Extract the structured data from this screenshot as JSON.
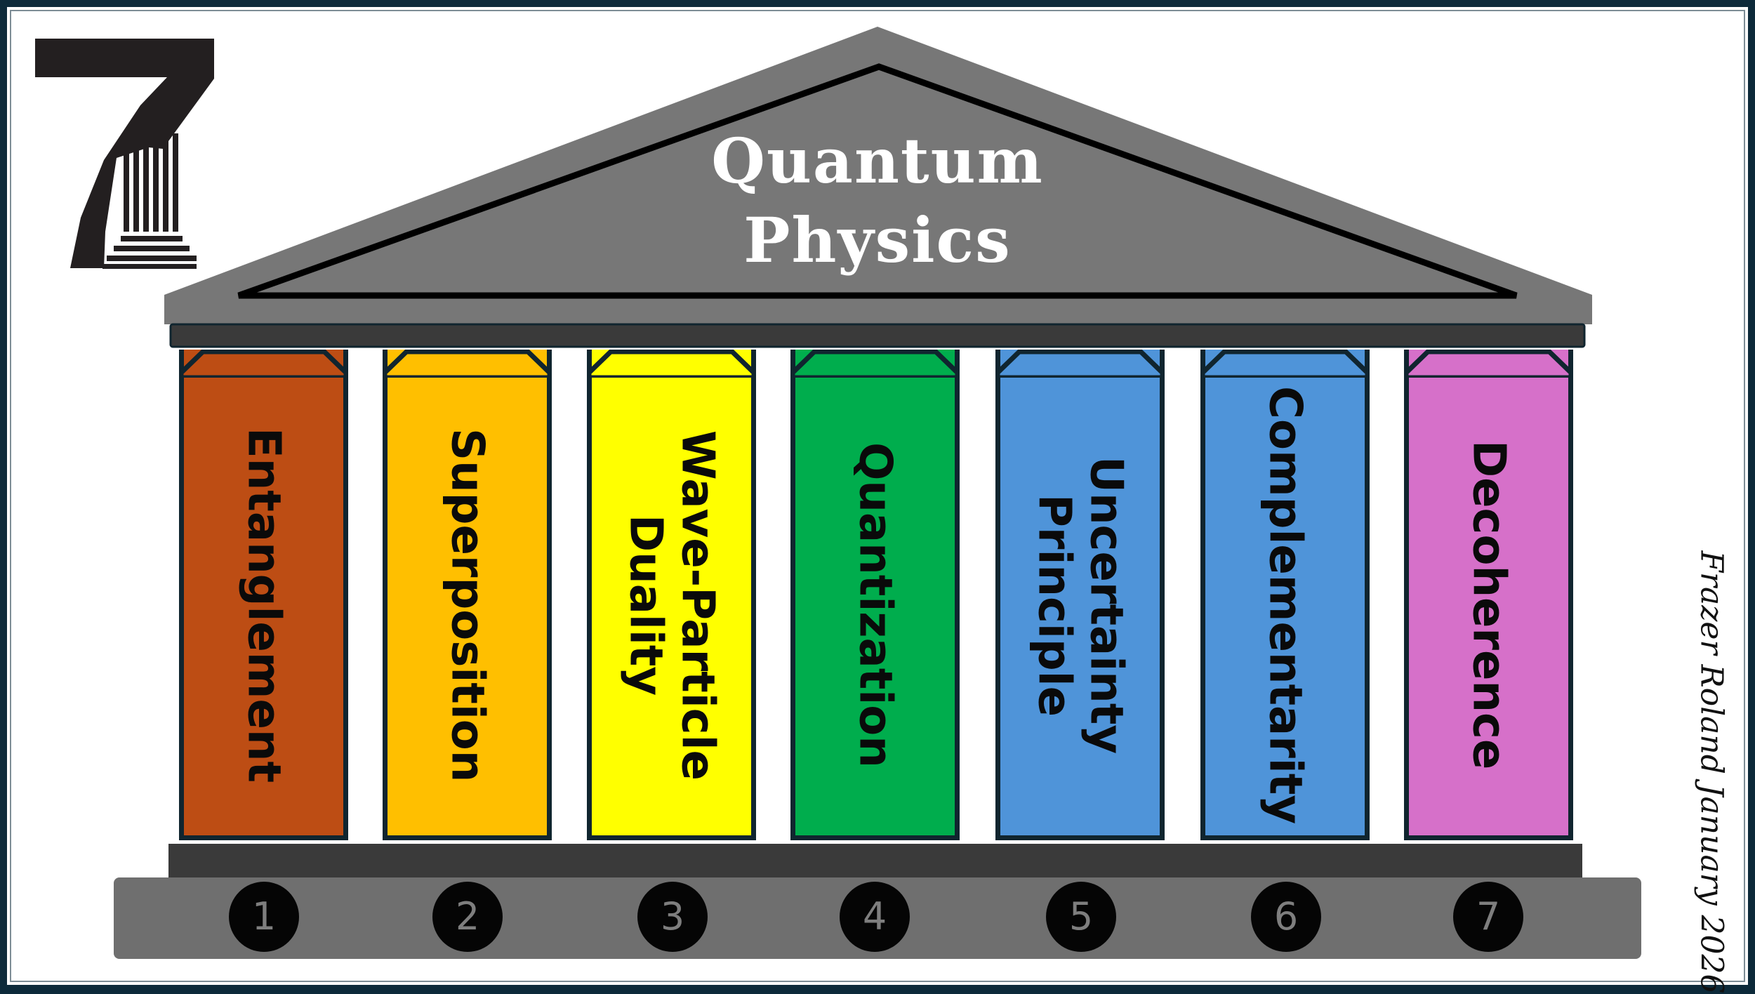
{
  "title": {
    "line1": "Quantum",
    "line2": "Physics"
  },
  "logo": {
    "numeral": "7",
    "icon": "column-icon"
  },
  "pillars": [
    {
      "label": "Entanglement",
      "color": "#bd4d14",
      "number": "1"
    },
    {
      "label": "Superposition",
      "color": "#ffbf00",
      "number": "2"
    },
    {
      "label": "Wave-Particle\nDuality",
      "color": "#ffff00",
      "number": "3"
    },
    {
      "label": "Quantization",
      "color": "#00ad4d",
      "number": "4"
    },
    {
      "label": "Uncertainty\nPrinciple",
      "color": "#4f94d9",
      "number": "5"
    },
    {
      "label": "Complementarity",
      "color": "#4f94d9",
      "number": "6"
    },
    {
      "label": "Decoherence",
      "color": "#d670c9",
      "number": "7"
    }
  ],
  "signature": "Frazer Roland January 2026",
  "colors": {
    "roof": "#777777",
    "beam": "#3a3a3a",
    "base": "#6f6f6f",
    "frame": "#0d2a3a"
  }
}
